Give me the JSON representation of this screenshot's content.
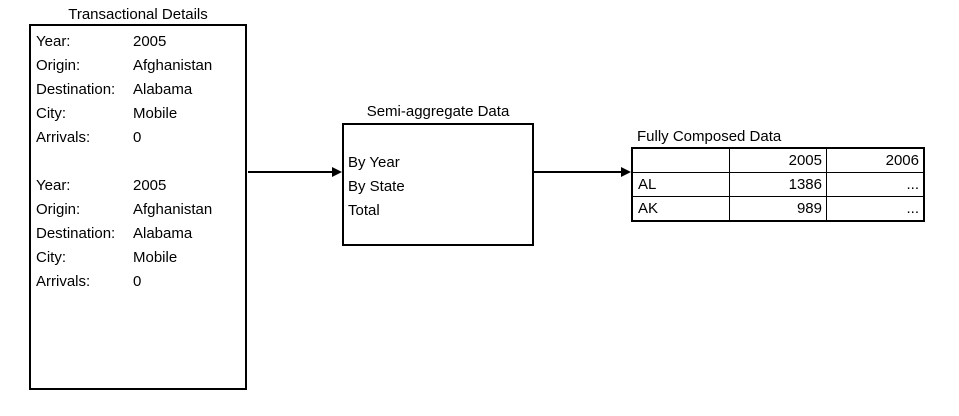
{
  "diagram": {
    "colors": {
      "line": "#000000",
      "text": "#000000",
      "background": "#ffffff"
    },
    "transactional": {
      "title": "Transactional Details",
      "records": [
        {
          "fields": [
            {
              "label": "Year:",
              "value": "2005"
            },
            {
              "label": "Origin:",
              "value": "Afghanistan"
            },
            {
              "label": "Destination:",
              "value": "Alabama"
            },
            {
              "label": "City:",
              "value": "Mobile"
            },
            {
              "label": "Arrivals:",
              "value": "0"
            }
          ]
        },
        {
          "fields": [
            {
              "label": "Year:",
              "value": "2005"
            },
            {
              "label": "Origin:",
              "value": "Afghanistan"
            },
            {
              "label": "Destination:",
              "value": "Alabama"
            },
            {
              "label": "City:",
              "value": "Mobile"
            },
            {
              "label": "Arrivals:",
              "value": "0"
            }
          ]
        }
      ]
    },
    "semi_aggregate": {
      "title": "Semi-aggregate Data",
      "items": [
        "By Year",
        "By State",
        "Total"
      ]
    },
    "fully_composed": {
      "title": "Fully Composed Data",
      "columns": [
        "",
        "2005",
        "2006"
      ],
      "rows": [
        [
          "AL",
          "1386",
          "..."
        ],
        [
          "AK",
          "989",
          "..."
        ]
      ]
    }
  }
}
